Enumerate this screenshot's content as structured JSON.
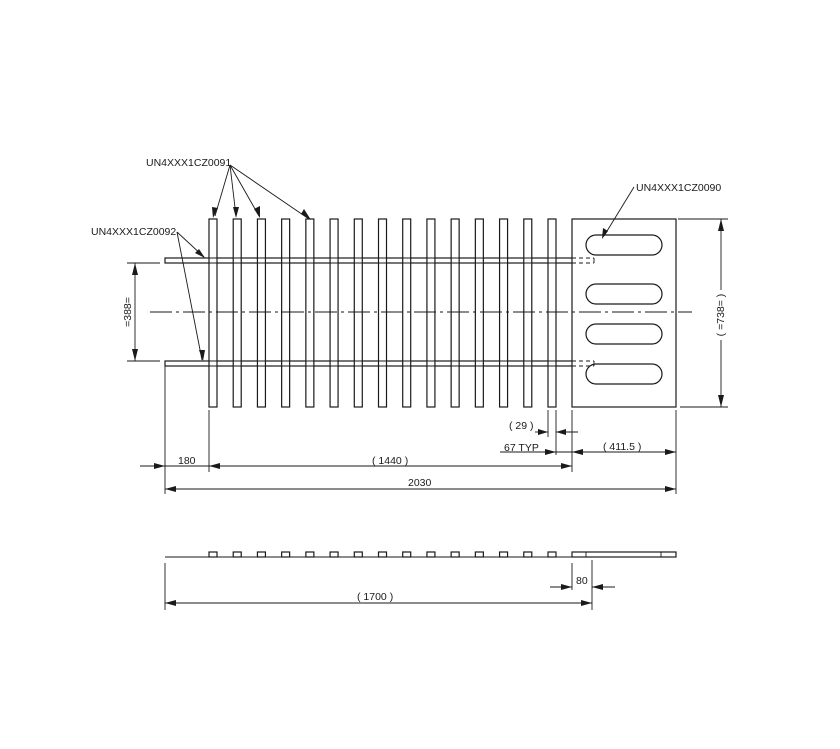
{
  "drawing": {
    "callouts": {
      "bars": "UN4XXX1CZ0091",
      "rails": "UN4XXX1CZ0092",
      "plate": "UN4XXX1CZ0090"
    },
    "dimensions": {
      "rail_spacing": "=388=",
      "overall_width": "( =738= )",
      "bar_width": "( 29 )",
      "bar_pitch": "67 TYP",
      "plate_length": "( 411.5 )",
      "offset_start": "180",
      "bar_span": "( 1440 )",
      "overall_length": "2030",
      "side_length": "( 1700 )",
      "overlap": "80"
    },
    "geometry": {
      "bar_count": 15,
      "slot_count": 4
    }
  }
}
